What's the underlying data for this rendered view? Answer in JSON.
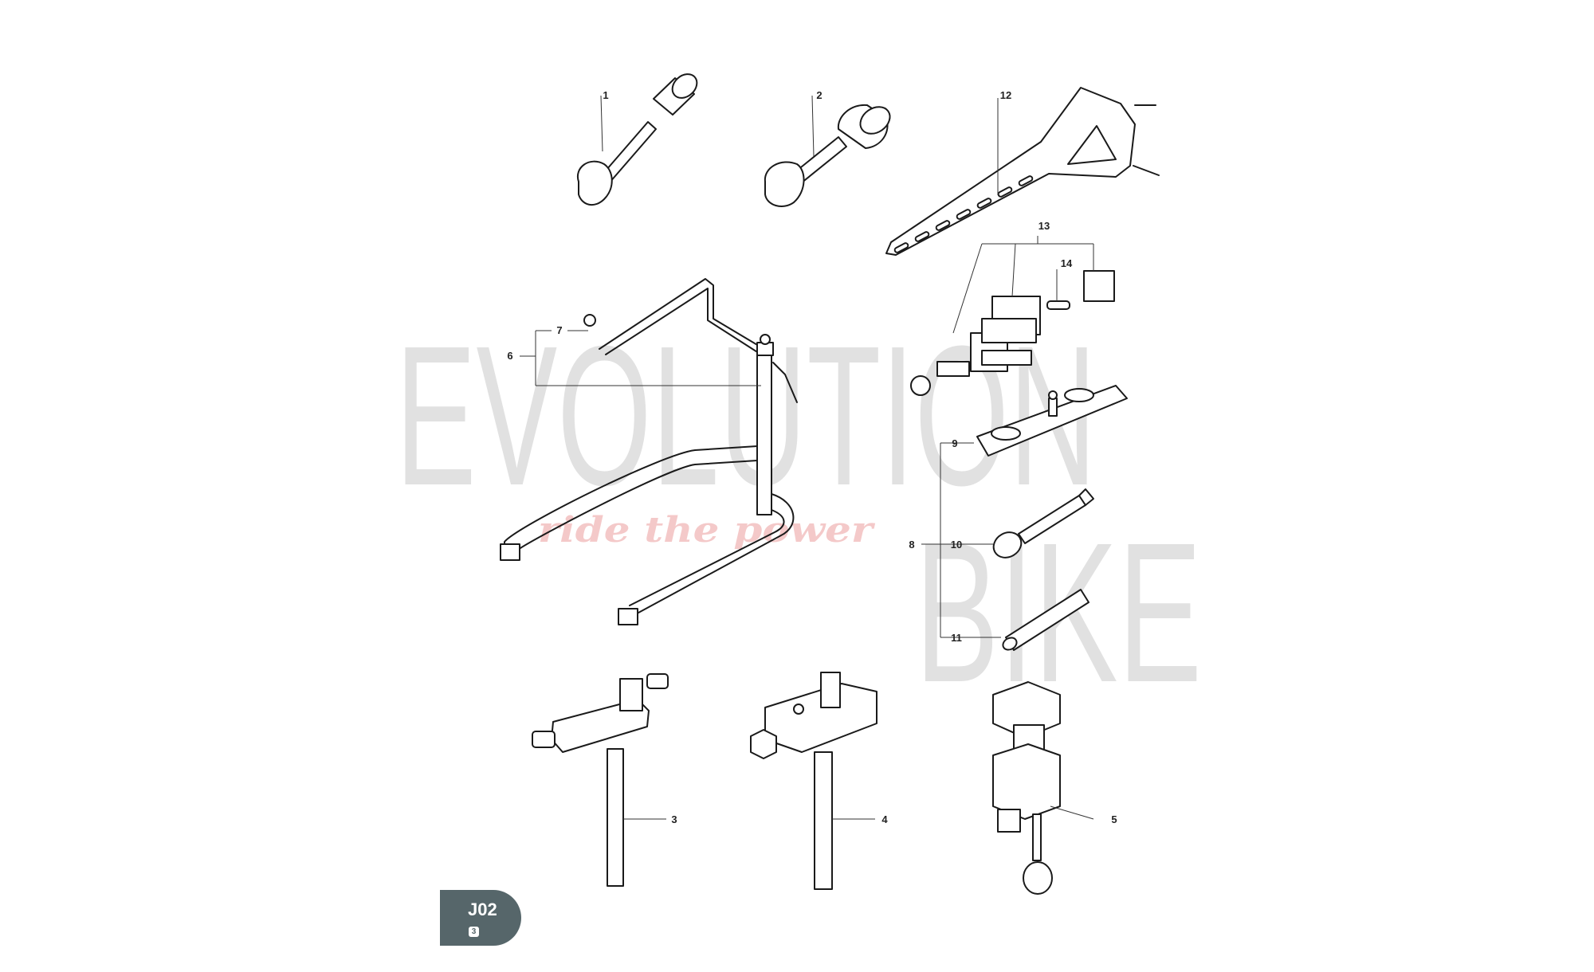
{
  "watermark": {
    "line1": "EVOLUTION",
    "line2": "BIKE",
    "tagline": "ride the power"
  },
  "callouts": {
    "c1": "1",
    "c2": "2",
    "c3": "3",
    "c4": "4",
    "c5": "5",
    "c6": "6",
    "c7": "7",
    "c8": "8",
    "c9": "9",
    "c10": "10",
    "c11": "11",
    "c12": "12",
    "c13": "13",
    "c14": "14"
  },
  "badge": {
    "code": "J02",
    "sub": "3",
    "color": "#56666a"
  }
}
